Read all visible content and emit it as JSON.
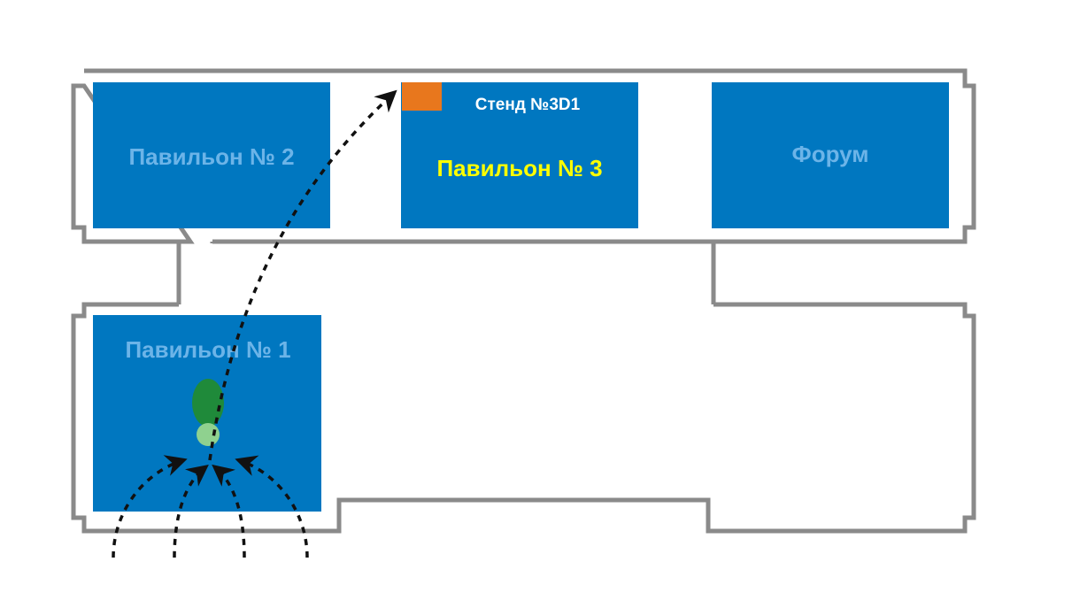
{
  "map": {
    "pavilion_1": {
      "label": "Павильон № 1"
    },
    "pavilion_2": {
      "label": "Павильон № 2"
    },
    "pavilion_3": {
      "label": "Павильон № 3"
    },
    "forum": {
      "label": "Форум"
    },
    "stand": {
      "label": "Стенд №3D1"
    }
  },
  "colors": {
    "hall_blue": "#0077c0",
    "label_light_blue": "#6cb4e8",
    "label_highlight": "#ffff00",
    "label_white": "#ffffff",
    "stand_orange": "#e8771d",
    "wall_gray": "#8a8a8a",
    "path_black": "#111111",
    "marker_dark_green": "#1f8a3a",
    "marker_light_green": "#8fd18f"
  },
  "icons": {
    "visitor_marker": "footprint-icon",
    "route": "dotted-arrow-icon"
  }
}
